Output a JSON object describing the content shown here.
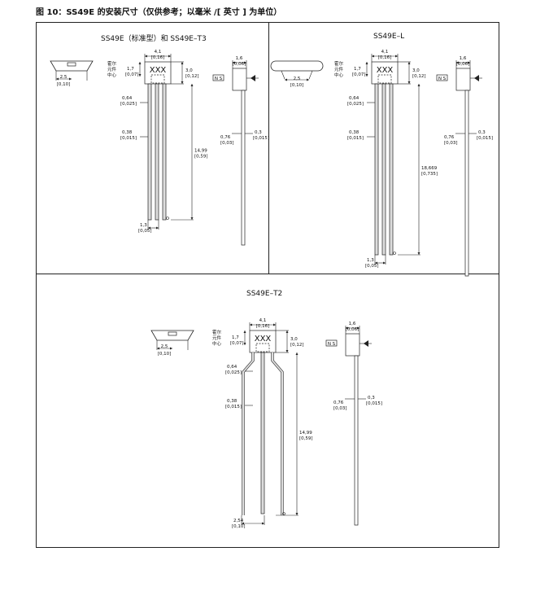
{
  "caption": "图 10：SS49E 的安装尺寸（仅供参考；以毫米 /[ 英寸 ] 为单位）",
  "panels": {
    "standard": {
      "title": "SS49E（标准型）和 SS49E–T3",
      "top_width": "2.5",
      "top_width_in": "[0,10]",
      "body_width": "4,1",
      "body_width_in": "[0,16]",
      "marking": "XXX",
      "hall_label_1": "霍尔",
      "hall_label_2": "元件",
      "hall_label_3": "中心",
      "hall_dim": "1,7",
      "hall_dim_in": "[0,07]",
      "body_height": "3,0",
      "body_height_in": "[0,12]",
      "lead_width": "0,64",
      "lead_width_in": "[0,025]",
      "lead_thick": "0,38",
      "lead_thick_in": "[0,015]",
      "lead_length": "14,99",
      "lead_length_in": "[0,59]",
      "pitch": "1,3",
      "pitch_in": "[0,05]",
      "side_width": "1,6",
      "side_width_in": "[0,06]",
      "ns": "N S",
      "side_lead_a": "0,76",
      "side_lead_a_in": "[0,03]",
      "side_lead_b": "0,3",
      "side_lead_b_in": "[0,015]"
    },
    "long": {
      "title": "SS49E–L",
      "top_width": "2,5",
      "top_width_in": "[0,10]",
      "body_width": "4,1",
      "body_width_in": "[0,16]",
      "marking": "XXX",
      "hall_label_1": "霍尔",
      "hall_label_2": "元件",
      "hall_label_3": "中心",
      "hall_dim": "1,7",
      "hall_dim_in": "[0,07]",
      "body_height": "3,0",
      "body_height_in": "[0,12]",
      "lead_width": "0,64",
      "lead_width_in": "[0,025]",
      "lead_thick": "0,38",
      "lead_thick_in": "[0,015]",
      "lead_length": "18,669",
      "lead_length_in": "[0,735]",
      "pitch": "1,3",
      "pitch_in": "[0,05]",
      "side_width": "1,6",
      "side_width_in": "[0,06]",
      "ns": "N S",
      "side_lead_a": "0,76",
      "side_lead_a_in": "[0,03]",
      "side_lead_b": "0,3",
      "side_lead_b_in": "[0,015]"
    },
    "t2": {
      "title": "SS49E–T2",
      "top_width": "2,5",
      "top_width_in": "[0,10]",
      "body_width": "4,1",
      "body_width_in": "[0,16]",
      "marking": "XXX",
      "hall_label_1": "霍尔",
      "hall_label_2": "元件",
      "hall_label_3": "中心",
      "hall_dim": "1,7",
      "hall_dim_in": "[0,07]",
      "body_height": "3,0",
      "body_height_in": "[0,12]",
      "lead_width": "0,64",
      "lead_width_in": "[0,025]",
      "lead_thick": "0,38",
      "lead_thick_in": "[0,015]",
      "lead_length": "14,99",
      "lead_length_in": "[0,59]",
      "pitch": "2,54",
      "pitch_in": "[0,10]",
      "side_width": "1,6",
      "side_width_in": "[0,06]",
      "ns": "N S",
      "side_lead_a": "0,76",
      "side_lead_a_in": "[0,03]",
      "side_lead_b": "0,3",
      "side_lead_b_in": "[0,015]"
    }
  }
}
